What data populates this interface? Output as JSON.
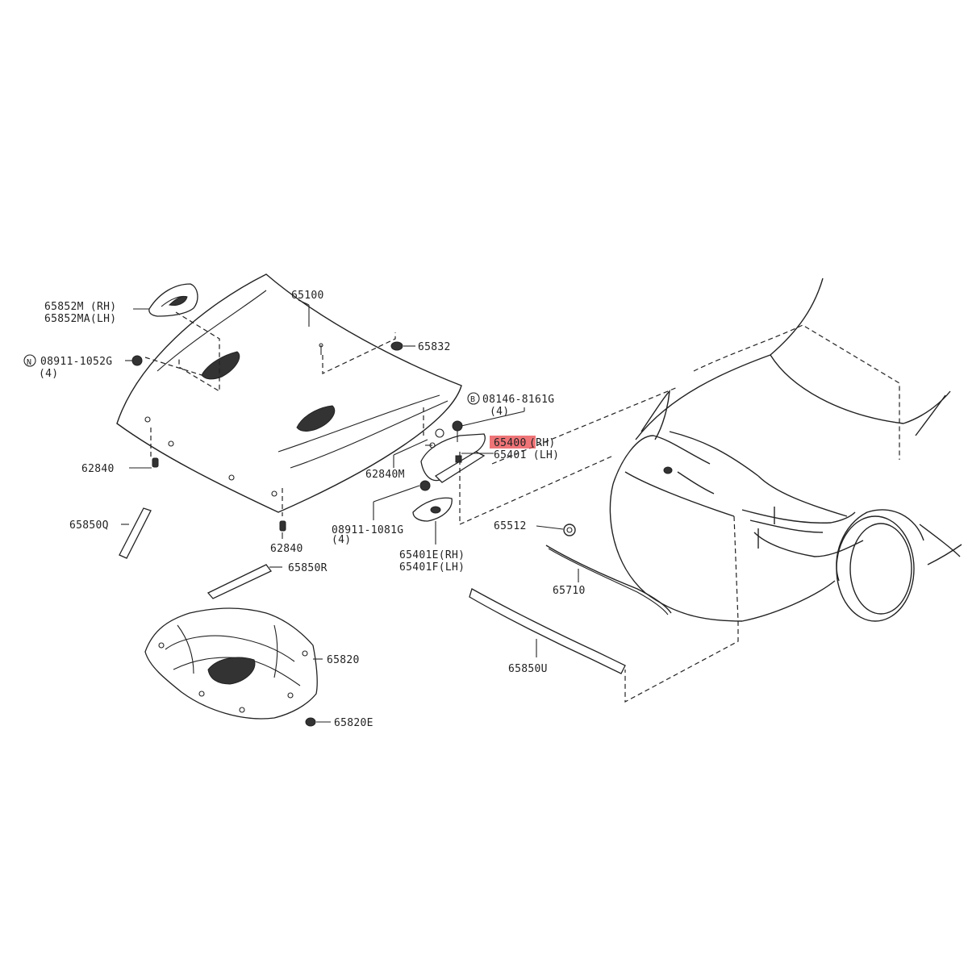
{
  "highlight_color": "#e8454a",
  "labels": {
    "p65100": "65100",
    "p65852m": "65852M (RH)",
    "p65852ma": "65852MA(LH)",
    "p08911_1052g": "08911-1052G",
    "p08911_1052g_qty": "(4)",
    "p08911_1052g_prefix": "N",
    "p65832": "65832",
    "p08146": "08146-8161G",
    "p08146_qty": "(4)",
    "p08146_prefix": "B",
    "p65400": "65400(RH)",
    "p65400_num": "65400",
    "p65400_side": "(RH)",
    "p65401": "65401 (LH)",
    "p62840_left": "62840",
    "p62840m": "62840M",
    "p08911_1081g": "08911-1081G",
    "p08911_1081g_qty": "(4)",
    "p62840_bottom": "62840",
    "p65850q": "65850Q",
    "p65850r": "65850R",
    "p65401e": "65401E(RH)",
    "p65401f": "65401F(LH)",
    "p65512": "65512",
    "p65710": "65710",
    "p65820": "65820",
    "p65820e": "65820E",
    "p65850u": "65850U"
  }
}
